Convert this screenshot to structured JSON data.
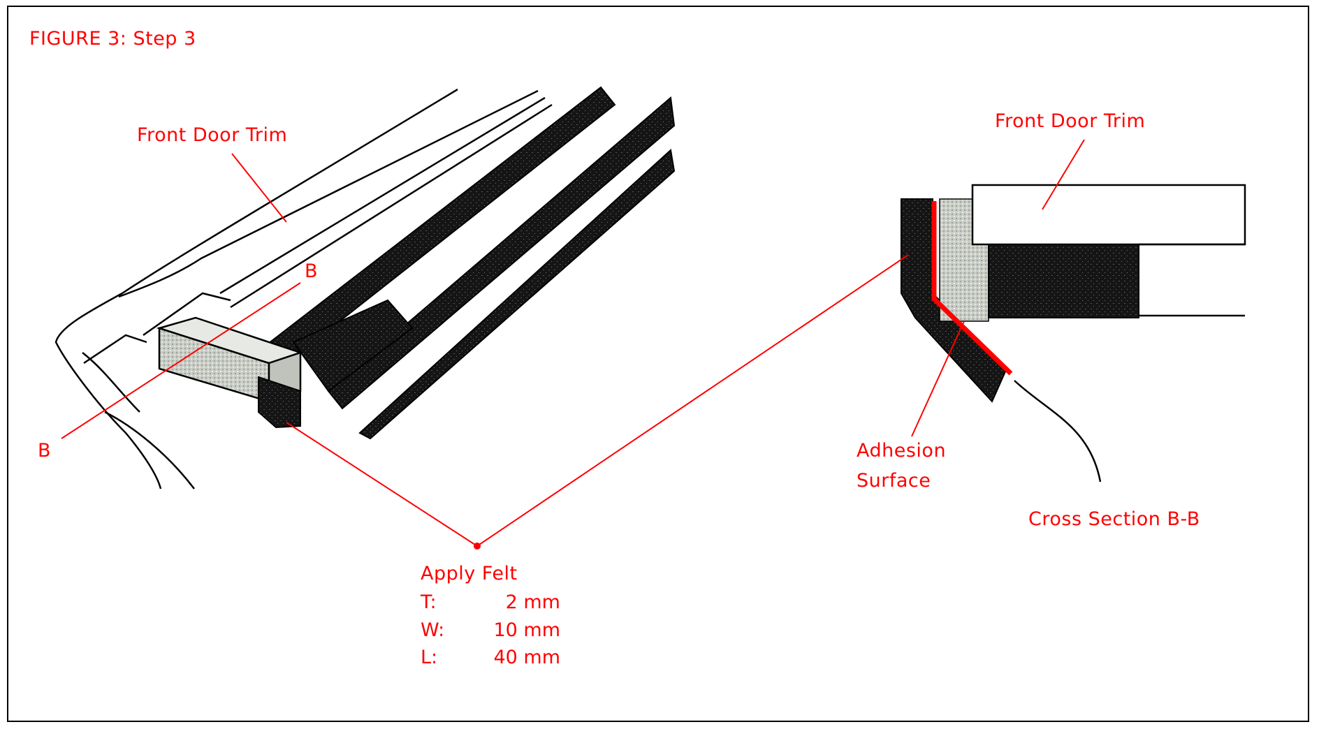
{
  "figure_title": "FIGURE 3: Step 3",
  "labels": {
    "front_door_trim_left": "Front Door Trim",
    "front_door_trim_right": "Front Door Trim",
    "section_mark_top": "B",
    "section_mark_bottom": "B",
    "adhesion_line1": "Adhesion",
    "adhesion_line2": "Surface",
    "cross_section": "Cross Section B-B",
    "apply_felt": "Apply Felt"
  },
  "felt_spec": [
    {
      "key": "T:",
      "value": "2 mm"
    },
    {
      "key": "W:",
      "value": "10 mm"
    },
    {
      "key": "L:",
      "value": "40 mm"
    }
  ],
  "colors": {
    "annotation": "#ff0000",
    "felt_fill": "#cfd3cc",
    "seal_fill": "#111111"
  }
}
